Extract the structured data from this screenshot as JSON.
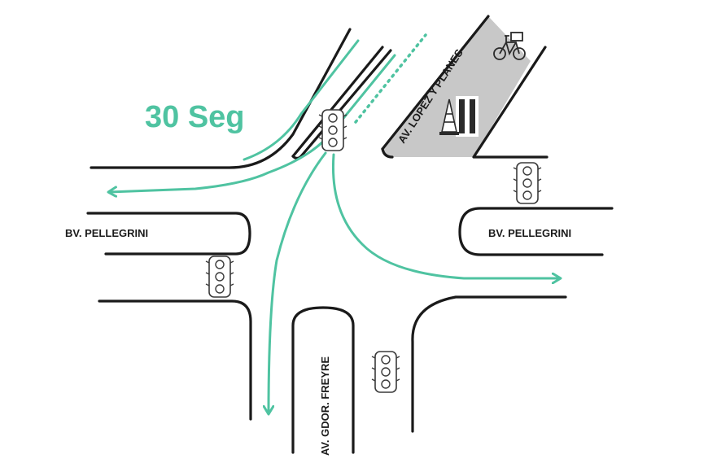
{
  "timer": {
    "label": "30 Seg",
    "color": "#4fc3a1"
  },
  "streets": {
    "pellegrini_left": "BV. PELLEGRINI",
    "pellegrini_right": "BV. PELLEGRINI",
    "lopez_y_planes": "AV. LOPEZ Y PLANES",
    "gdor_freyre": "AV. GDOR. FREYRE"
  },
  "traffic_lights": [
    {
      "id": "center",
      "active": "green"
    },
    {
      "id": "east",
      "active": "red"
    },
    {
      "id": "west",
      "active": "red"
    },
    {
      "id": "south",
      "active": "red"
    }
  ],
  "colors": {
    "route": "#4fc3a1",
    "red": "#c0272d",
    "green": "#3aa886",
    "bike_lane_fill": "#c8c8c8",
    "curb": "#1a1a1a"
  },
  "icons": [
    "bicycle-icon",
    "traffic-cone-icon",
    "crosswalk-icon"
  ]
}
